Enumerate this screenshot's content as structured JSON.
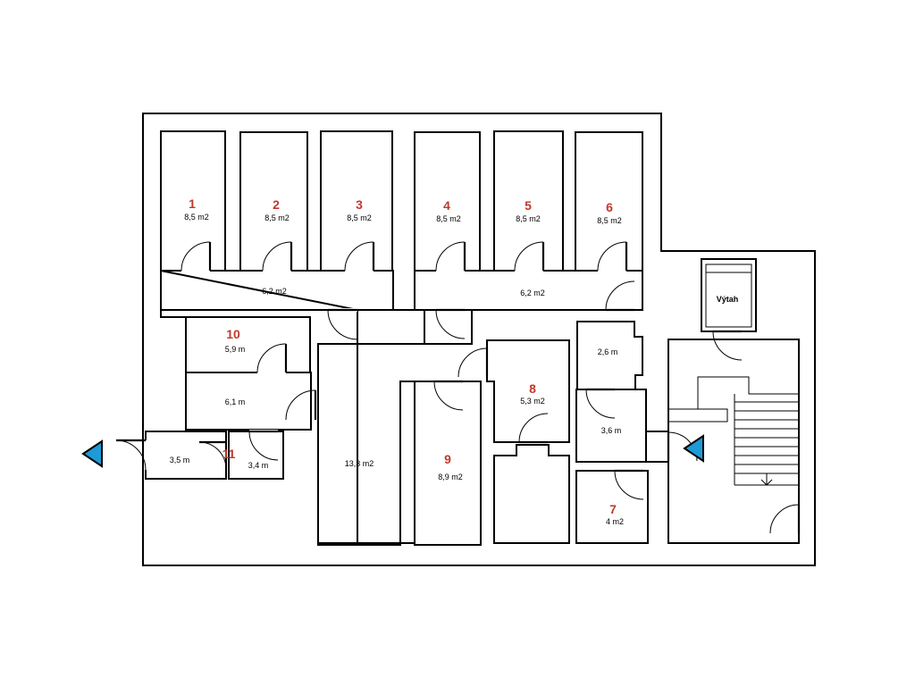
{
  "plan": {
    "rooms": [
      {
        "id": "r1",
        "number": "1",
        "area": "8,5 m2"
      },
      {
        "id": "r2",
        "number": "2",
        "area": "8,5 m2"
      },
      {
        "id": "r3",
        "number": "3",
        "area": "8,5 m2"
      },
      {
        "id": "r4",
        "number": "4",
        "area": "8,5 m2"
      },
      {
        "id": "r5",
        "number": "5",
        "area": "8,5 m2"
      },
      {
        "id": "r6",
        "number": "6",
        "area": "8,5 m2"
      },
      {
        "id": "r7",
        "number": "7",
        "area": "4 m2"
      },
      {
        "id": "r8",
        "number": "8",
        "area": "5,3 m2"
      },
      {
        "id": "r9",
        "number": "9",
        "area": "8,9 m2"
      },
      {
        "id": "r10",
        "number": "10",
        "area": "5,9 m"
      },
      {
        "id": "r11",
        "number": "11",
        "area": "3,4 m"
      }
    ],
    "spaces": [
      {
        "id": "corridor_left",
        "area": "6,2 m2"
      },
      {
        "id": "corridor_right",
        "area": "6,2 m2"
      },
      {
        "id": "hall",
        "area": "13,3 m2"
      },
      {
        "id": "room_61",
        "area": "6,1 m"
      },
      {
        "id": "room_35",
        "area": "3,5 m"
      },
      {
        "id": "room_26",
        "area": "2,6 m"
      },
      {
        "id": "room_36",
        "area": "3,6 m"
      }
    ],
    "elevator_label": "Výtah",
    "entrance_color": "#1f9ad6",
    "number_color": "#c0392b"
  }
}
